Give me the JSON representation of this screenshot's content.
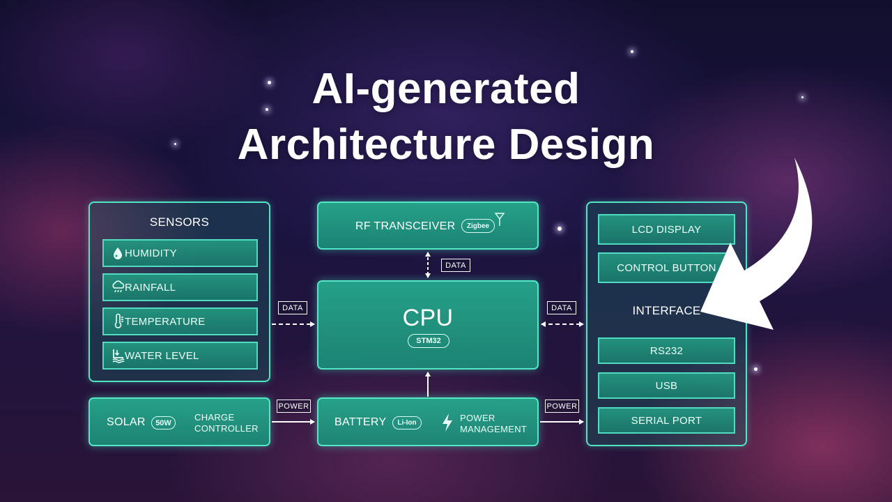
{
  "title": {
    "line1": "AI-generated",
    "line2": "Architecture Design"
  },
  "sensors": {
    "heading": "SENSORS",
    "items": [
      {
        "label": "HUMIDITY",
        "icon": "droplet-icon"
      },
      {
        "label": "RAINFALL",
        "icon": "rain-cloud-icon"
      },
      {
        "label": "TEMPERATURE",
        "icon": "thermometer-icon"
      },
      {
        "label": "WATER LEVEL",
        "icon": "water-level-icon"
      }
    ]
  },
  "rf": {
    "label": "RF TRANSCEIVER",
    "badge": "Zigbee",
    "icon": "antenna-icon"
  },
  "cpu": {
    "label": "CPU",
    "badge": "STM32"
  },
  "interface": {
    "heading": "INTERFACE",
    "top_items": [
      "LCD DISPLAY",
      "CONTROL BUTTON"
    ],
    "bottom_items": [
      "RS232",
      "USB",
      "SERIAL PORT"
    ]
  },
  "solar": {
    "label": "SOLAR",
    "badge": "50W",
    "controller_line1": "CHARGE",
    "controller_line2": "CONTROLLER"
  },
  "battery": {
    "label": "BATTERY",
    "badge": "Li-Ion",
    "power_line1": "POWER",
    "power_line2": "MANAGEMENT",
    "icon": "lightning-icon"
  },
  "connections": {
    "rf_cpu": "DATA",
    "sensors_cpu": "DATA",
    "cpu_interface": "DATA",
    "solar_battery": "POWER",
    "battery_interface": "POWER"
  },
  "colors": {
    "accent": "#4fe6c4",
    "box_fill": "#26a88c",
    "text": "#ffffff",
    "background": "#1b1440"
  }
}
